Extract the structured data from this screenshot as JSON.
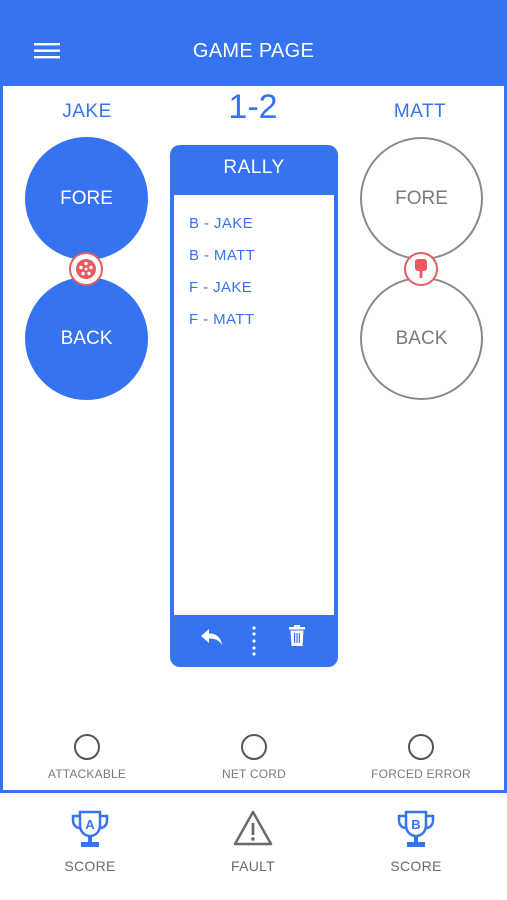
{
  "header": {
    "title": "GAME PAGE"
  },
  "players": {
    "left": {
      "name": "JAKE",
      "fore": "FORE",
      "back": "BACK"
    },
    "right": {
      "name": "MATT",
      "fore": "FORE",
      "back": "BACK"
    }
  },
  "score": "1-2",
  "rally": {
    "title": "RALLY",
    "items": [
      "B - JAKE",
      "B - MATT",
      "F - JAKE",
      "F - MATT"
    ]
  },
  "options": [
    {
      "label": "ATTACKABLE"
    },
    {
      "label": "NET CORD"
    },
    {
      "label": "FORCED ERROR"
    }
  ],
  "tabs": [
    {
      "label": "SCORE",
      "icon": "trophy-a-icon",
      "letter": "A"
    },
    {
      "label": "FAULT",
      "icon": "warning-icon"
    },
    {
      "label": "SCORE",
      "icon": "trophy-b-icon",
      "letter": "B"
    }
  ],
  "colors": {
    "accent": "#3673f0",
    "badge": "#e85a5f",
    "muted": "#7a7a7a"
  }
}
